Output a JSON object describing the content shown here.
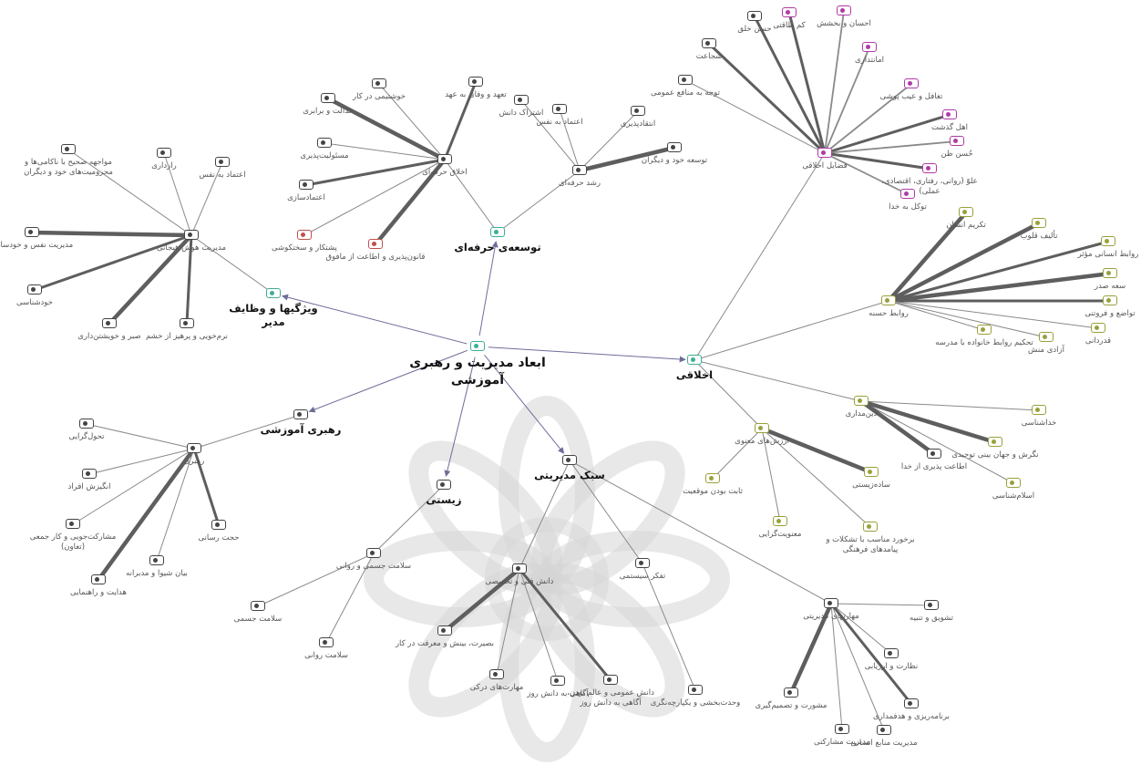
{
  "diagram": {
    "colors": {
      "edge": "#8a8a8a",
      "edge_strong": "#5e5e5e",
      "arrow": "#6d6d9a",
      "watermark": "#d6d6d6",
      "icon_default": "#444444",
      "icon_teal": "#3fae95",
      "icon_red": "#c0504d",
      "icon_pink": "#b13aa7",
      "icon_olive": "#9aa03a"
    },
    "nodes": [
      {
        "id": "root",
        "label": "ابعاد مدیریت و رهبری آموزشی",
        "level": "huge",
        "icon": "icon_teal"
      },
      {
        "id": "akhlaqi",
        "label": "اخلاقی",
        "level": "big",
        "icon": "icon_teal"
      },
      {
        "id": "tose",
        "label": "توسعه‌ی حرفه‌ای",
        "level": "big",
        "icon": "icon_teal"
      },
      {
        "id": "vizhegi",
        "label": "ویژگیها و وظایف مدیر",
        "level": "big",
        "icon": "icon_teal"
      },
      {
        "id": "rahbari",
        "label": "رهبری آموزشی",
        "level": "big",
        "icon": "icon_default"
      },
      {
        "id": "zisti",
        "label": "زیستی",
        "level": "big",
        "icon": "icon_default"
      },
      {
        "id": "sabk",
        "label": "سبک مدیریتی",
        "level": "big",
        "icon": "icon_default"
      },
      {
        "id": "fazayel",
        "label": "فضایل اخلاقی",
        "icon": "icon_pink"
      },
      {
        "id": "f1",
        "label": "حسن خلق",
        "icon": "icon_default"
      },
      {
        "id": "f2",
        "label": "کم طاقتی",
        "icon": "icon_pink"
      },
      {
        "id": "f3",
        "label": "احسان و بخشش",
        "icon": "icon_pink"
      },
      {
        "id": "f4",
        "label": "شجاعت",
        "icon": "icon_default"
      },
      {
        "id": "f5",
        "label": "امانتداری",
        "icon": "icon_pink"
      },
      {
        "id": "f6",
        "label": "توجه به منافع عمومی",
        "icon": "icon_default"
      },
      {
        "id": "f7",
        "label": "تغافل و عیب پوشی",
        "icon": "icon_pink"
      },
      {
        "id": "f8",
        "label": "اهل گذشت",
        "icon": "icon_pink"
      },
      {
        "id": "f9",
        "label": "حُسن ظن",
        "icon": "icon_pink"
      },
      {
        "id": "f10",
        "label": "علوّ (روانی، رفتاری، اقتصادی، عملی)",
        "icon": "icon_pink"
      },
      {
        "id": "f11",
        "label": "توکل به خدا",
        "icon": "icon_pink"
      },
      {
        "id": "ravabet",
        "label": "روابط حسنه",
        "icon": "icon_olive"
      },
      {
        "id": "r1",
        "label": "تکریم انسان",
        "icon": "icon_olive"
      },
      {
        "id": "r2",
        "label": "تألیف قلوب",
        "icon": "icon_olive"
      },
      {
        "id": "r3",
        "label": "روابط انسانی مؤثر",
        "icon": "icon_olive"
      },
      {
        "id": "r4",
        "label": "سعه صدر",
        "icon": "icon_olive"
      },
      {
        "id": "r5",
        "label": "تواضع و فروتنی",
        "icon": "icon_olive"
      },
      {
        "id": "r6",
        "label": "قدردانی",
        "icon": "icon_olive"
      },
      {
        "id": "r7",
        "label": "آزادی منش",
        "icon": "icon_olive"
      },
      {
        "id": "r8",
        "label": "تحکیم روابط خانواده با مدرسه",
        "icon": "icon_olive"
      },
      {
        "id": "dinmadari",
        "label": "دین‌مداری",
        "icon": "icon_olive"
      },
      {
        "id": "d1",
        "label": "خداشناسی",
        "icon": "icon_olive"
      },
      {
        "id": "d2",
        "label": "نگرش و جهان بینی توحیدی",
        "icon": "icon_olive"
      },
      {
        "id": "d3",
        "label": "اسلام‌شناسی",
        "icon": "icon_olive"
      },
      {
        "id": "d4",
        "label": "اطاعت پذیری از خدا",
        "icon": "icon_default"
      },
      {
        "id": "arzesh",
        "label": "ارزش‌های معنوی",
        "icon": "icon_olive"
      },
      {
        "id": "a1",
        "label": "ساده‌زیستی",
        "icon": "icon_olive"
      },
      {
        "id": "a2",
        "label": "ثابت بودن موقعیت",
        "icon": "icon_olive"
      },
      {
        "id": "a3",
        "label": "معنویت‌گرایی",
        "icon": "icon_olive"
      },
      {
        "id": "a4",
        "label": "برخورد مناسب با تشکلات و پیامدهای فرهنگی",
        "icon": "icon_olive"
      },
      {
        "id": "akhlaqh",
        "label": "اخلاق حرفه‌ای",
        "icon": "icon_default"
      },
      {
        "id": "h1",
        "label": "عدالت و برابری",
        "icon": "icon_default"
      },
      {
        "id": "h2",
        "label": "خوشتیمی در کار",
        "icon": "icon_default"
      },
      {
        "id": "h3",
        "label": "تعهد و وفای به عهد",
        "icon": "icon_default"
      },
      {
        "id": "h4",
        "label": "مسئولیت‌پذیری",
        "icon": "icon_default"
      },
      {
        "id": "h5",
        "label": "اعتمادسازی",
        "icon": "icon_default"
      },
      {
        "id": "h6",
        "label": "پشتکار و سختکوشی",
        "icon": "icon_red"
      },
      {
        "id": "h7",
        "label": "قانون‌پذیری و اطاعت از مافوق",
        "icon": "icon_red"
      },
      {
        "id": "roshd",
        "label": "رشد حرفه‌ای",
        "icon": "icon_default"
      },
      {
        "id": "g1",
        "label": "اشتراک دانش",
        "icon": "icon_default"
      },
      {
        "id": "g2",
        "label": "اعتماد به نفس",
        "icon": "icon_default"
      },
      {
        "id": "g3",
        "label": "انتقادپذیری",
        "icon": "icon_default"
      },
      {
        "id": "g4",
        "label": "توسعه خود و دیگران",
        "icon": "icon_default"
      },
      {
        "id": "hoosh",
        "label": "مدیریت هوش هیجانی",
        "icon": "icon_default"
      },
      {
        "id": "m1",
        "label": "مواجهه صحیح با ناکامی‌ها و محرومیت‌های خود و دیگران",
        "icon": "icon_default"
      },
      {
        "id": "m2",
        "label": "رازداری",
        "icon": "icon_default"
      },
      {
        "id": "m3",
        "label": "اعتماد به نفس",
        "icon": "icon_default"
      },
      {
        "id": "m4",
        "label": "مدیریت نفس و خودسازی",
        "icon": "icon_default"
      },
      {
        "id": "m5",
        "label": "خودشناسی",
        "icon": "icon_default"
      },
      {
        "id": "m6",
        "label": "صبر و خویشتن‌داری",
        "icon": "icon_default"
      },
      {
        "id": "m7",
        "label": "نرم‌خویی و پرهیز از خشم",
        "icon": "icon_default"
      },
      {
        "id": "rahbari2",
        "label": "رهبری",
        "icon": "icon_default"
      },
      {
        "id": "k1",
        "label": "تحول‌گرایی",
        "icon": "icon_default"
      },
      {
        "id": "k2",
        "label": "انگیزش افراد",
        "icon": "icon_default"
      },
      {
        "id": "k3",
        "label": "مشارکت‌جویی و کار جمعی (تعاون)",
        "icon": "icon_default"
      },
      {
        "id": "k4",
        "label": "هدایت و راهنمایی",
        "icon": "icon_default"
      },
      {
        "id": "k5",
        "label": "بیان شیوا و مدبرانه",
        "icon": "icon_default"
      },
      {
        "id": "k6",
        "label": "حجت رسانی",
        "icon": "icon_default"
      },
      {
        "id": "salamat",
        "label": "سلامت جسمی و روانی",
        "icon": "icon_default"
      },
      {
        "id": "s1",
        "label": "سلامت جسمی",
        "icon": "icon_default"
      },
      {
        "id": "s2",
        "label": "سلامت روانی",
        "icon": "icon_default"
      },
      {
        "id": "danesh",
        "label": "دانش فنی و تخصصی",
        "icon": "icon_default"
      },
      {
        "id": "n1",
        "label": "بصیرت، بینش و معرفت در کار",
        "icon": "icon_default"
      },
      {
        "id": "n2",
        "label": "مهارت‌های درکی",
        "icon": "icon_default"
      },
      {
        "id": "n3",
        "label": "آگاهی به دانش روز",
        "icon": "icon_default"
      },
      {
        "id": "n4",
        "label": "دانش عمومی و عالم بودن، آگاهی به دانش روز",
        "icon": "icon_default"
      },
      {
        "id": "tafakor",
        "label": "تفکر سیستمی",
        "icon": "icon_default"
      },
      {
        "id": "t1",
        "label": "وحدت‌بخشی و یکپارچه‌نگری",
        "icon": "icon_default"
      },
      {
        "id": "maharat",
        "label": "مهارتهای مدیریتی",
        "icon": "icon_default"
      },
      {
        "id": "p1",
        "label": "تشویق و تنبیه",
        "icon": "icon_default"
      },
      {
        "id": "p2",
        "label": "نظارت و ارزیابی",
        "icon": "icon_default"
      },
      {
        "id": "p3",
        "label": "برنامه‌ریزی و هدفمداری",
        "icon": "icon_default"
      },
      {
        "id": "p4",
        "label": "مدیریت منابع انسانی",
        "icon": "icon_default"
      },
      {
        "id": "p5",
        "label": "مدیریت مشارکتی",
        "icon": "icon_default"
      },
      {
        "id": "p6",
        "label": "مشورت و تصمیم‌گیری",
        "icon": "icon_default"
      }
    ],
    "edges": [
      [
        "root",
        "akhlaqi",
        0
      ],
      [
        "root",
        "tose",
        0
      ],
      [
        "root",
        "vizhegi",
        0
      ],
      [
        "root",
        "rahbari",
        0
      ],
      [
        "root",
        "zisti",
        0
      ],
      [
        "root",
        "sabk",
        0
      ],
      [
        "akhlaqi",
        "fazayel",
        1
      ],
      [
        "akhlaqi",
        "ravabet",
        1
      ],
      [
        "akhlaqi",
        "dinmadari",
        1
      ],
      [
        "akhlaqi",
        "arzesh",
        1
      ],
      [
        "fazayel",
        "f1",
        3
      ],
      [
        "fazayel",
        "f2",
        3
      ],
      [
        "fazayel",
        "f3",
        2
      ],
      [
        "fazayel",
        "f4",
        3
      ],
      [
        "fazayel",
        "f5",
        2
      ],
      [
        "fazayel",
        "f6",
        1
      ],
      [
        "fazayel",
        "f7",
        2
      ],
      [
        "fazayel",
        "f8",
        3
      ],
      [
        "fazayel",
        "f9",
        2
      ],
      [
        "fazayel",
        "f10",
        3
      ],
      [
        "fazayel",
        "f11",
        2
      ],
      [
        "ravabet",
        "r1",
        4
      ],
      [
        "ravabet",
        "r2",
        4
      ],
      [
        "ravabet",
        "r3",
        3
      ],
      [
        "ravabet",
        "r4",
        4
      ],
      [
        "ravabet",
        "r5",
        3
      ],
      [
        "ravabet",
        "r6",
        1
      ],
      [
        "ravabet",
        "r7",
        1
      ],
      [
        "ravabet",
        "r8",
        1
      ],
      [
        "dinmadari",
        "d1",
        1
      ],
      [
        "dinmadari",
        "d2",
        4
      ],
      [
        "dinmadari",
        "d3",
        1
      ],
      [
        "dinmadari",
        "d4",
        4
      ],
      [
        "arzesh",
        "a1",
        4
      ],
      [
        "arzesh",
        "a2",
        1
      ],
      [
        "arzesh",
        "a3",
        1
      ],
      [
        "arzesh",
        "a4",
        1
      ],
      [
        "tose",
        "akhlaqh",
        1
      ],
      [
        "tose",
        "roshd",
        1
      ],
      [
        "akhlaqh",
        "h1",
        4
      ],
      [
        "akhlaqh",
        "h2",
        1
      ],
      [
        "akhlaqh",
        "h3",
        3
      ],
      [
        "akhlaqh",
        "h4",
        1
      ],
      [
        "akhlaqh",
        "h5",
        3
      ],
      [
        "akhlaqh",
        "h6",
        1
      ],
      [
        "akhlaqh",
        "h7",
        4
      ],
      [
        "roshd",
        "g1",
        1
      ],
      [
        "roshd",
        "g2",
        1
      ],
      [
        "roshd",
        "g3",
        1
      ],
      [
        "roshd",
        "g4",
        4
      ],
      [
        "vizhegi",
        "hoosh",
        1
      ],
      [
        "hoosh",
        "m1",
        1
      ],
      [
        "hoosh",
        "m2",
        1
      ],
      [
        "hoosh",
        "m3",
        1
      ],
      [
        "hoosh",
        "m4",
        4
      ],
      [
        "hoosh",
        "m5",
        3
      ],
      [
        "hoosh",
        "m6",
        4
      ],
      [
        "hoosh",
        "m7",
        3
      ],
      [
        "rahbari",
        "rahbari2",
        1
      ],
      [
        "rahbari2",
        "k1",
        1
      ],
      [
        "rahbari2",
        "k2",
        1
      ],
      [
        "rahbari2",
        "k3",
        1
      ],
      [
        "rahbari2",
        "k4",
        4
      ],
      [
        "rahbari2",
        "k5",
        1
      ],
      [
        "rahbari2",
        "k6",
        3
      ],
      [
        "zisti",
        "salamat",
        1
      ],
      [
        "salamat",
        "s1",
        1
      ],
      [
        "salamat",
        "s2",
        1
      ],
      [
        "sabk",
        "danesh",
        1
      ],
      [
        "sabk",
        "tafakor",
        1
      ],
      [
        "sabk",
        "maharat",
        1
      ],
      [
        "danesh",
        "n1",
        4
      ],
      [
        "danesh",
        "n2",
        1
      ],
      [
        "danesh",
        "n3",
        1
      ],
      [
        "danesh",
        "n4",
        3
      ],
      [
        "tafakor",
        "t1",
        1
      ],
      [
        "maharat",
        "p1",
        1
      ],
      [
        "maharat",
        "p2",
        1
      ],
      [
        "maharat",
        "p3",
        3
      ],
      [
        "maharat",
        "p4",
        1
      ],
      [
        "maharat",
        "p5",
        1
      ],
      [
        "maharat",
        "p6",
        4
      ]
    ]
  }
}
